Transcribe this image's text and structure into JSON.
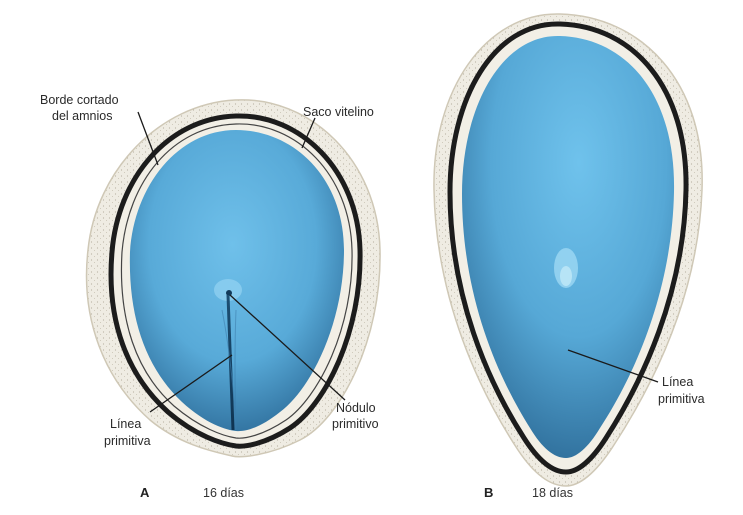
{
  "panels": [
    {
      "letter": "A",
      "caption": "16 días",
      "labels": {
        "amnion_edge": [
          "Borde cortado",
          "del amnios"
        ],
        "yolk_sac": "Saco vitelino",
        "primitive_streak": [
          "Línea",
          "primitiva"
        ],
        "primitive_node": [
          "Nódulo",
          "primitivo"
        ]
      }
    },
    {
      "letter": "B",
      "caption": "18 días",
      "labels": {
        "primitive_streak": [
          "Línea",
          "primitiva"
        ]
      }
    }
  ],
  "colors": {
    "embryonic_disc": "#5fb0dc",
    "disc_shadow": "#2f6f9c",
    "amnion_edge": "#1c1c1c",
    "yolk_sac": "#ece9df"
  }
}
